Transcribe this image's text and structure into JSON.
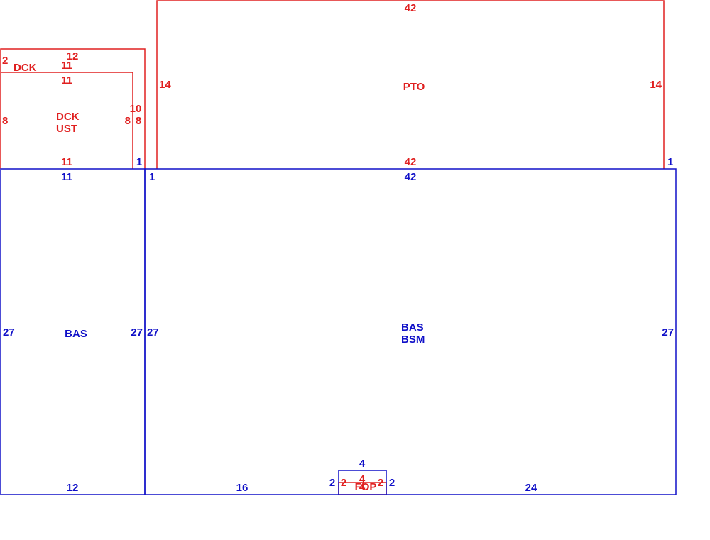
{
  "colors": {
    "upper_level": "#e02020",
    "lower_level": "#1010c8",
    "background": "#ffffff"
  },
  "areas": {
    "pto": {
      "code": "PTO",
      "dims": {
        "top": "42",
        "left": "14",
        "right": "14",
        "bottom": "42",
        "offset": "1"
      }
    },
    "dck": {
      "code": "DCK",
      "dims": {
        "top": "12",
        "corner": "2",
        "inner_top": "11",
        "right": "10",
        "right_lower": "8",
        "bottom": "1"
      }
    },
    "dck_ust": {
      "code_line1": "DCK",
      "code_line2": "UST",
      "dims": {
        "top": "11",
        "left": "8",
        "right": "8",
        "bottom": "11"
      }
    },
    "bas_left": {
      "code": "BAS",
      "dims": {
        "top": "11",
        "left": "27",
        "right": "27",
        "bottom": "12"
      }
    },
    "bas_bsm": {
      "code_line1": "BAS",
      "code_line2": "BSM",
      "dims": {
        "top": "42",
        "left": "27",
        "right": "27",
        "offset": "1",
        "bottom_left": "16",
        "bottom_right": "24"
      }
    },
    "fop_outer": {
      "dims": {
        "top": "4",
        "left": "2",
        "right": "2"
      }
    },
    "fop": {
      "code": "FOP",
      "dims": {
        "top": "4",
        "left": "2",
        "right": "2",
        "bottom": "4"
      }
    }
  }
}
